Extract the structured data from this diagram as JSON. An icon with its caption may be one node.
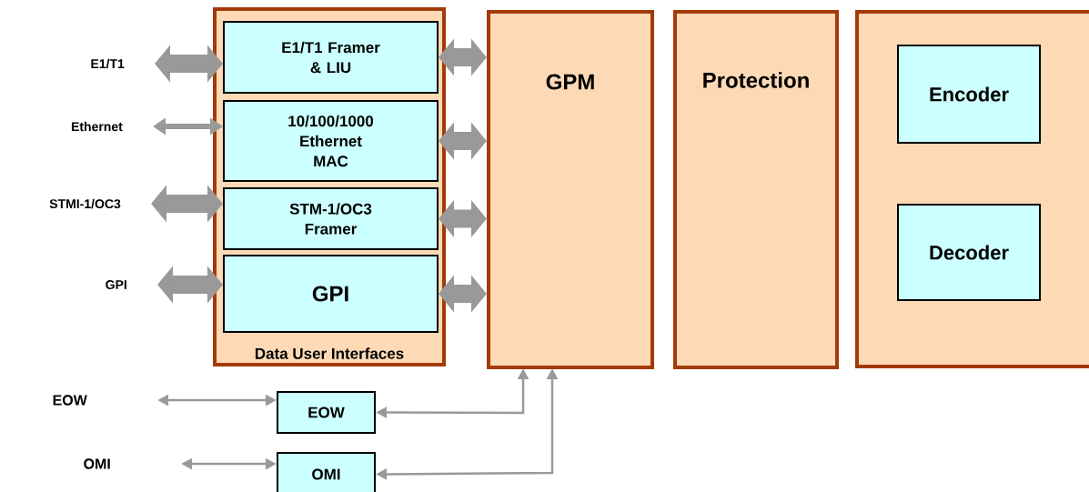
{
  "diagram": {
    "nodes": [
      {
        "text": [
          "E1/T1"
        ]
      },
      {
        "text": [
          "Ethernet"
        ]
      },
      {
        "text": [
          "STMI-1/OC3"
        ]
      },
      {
        "text": [
          "GPI"
        ]
      },
      {
        "text": [
          "Data User Interfaces"
        ]
      },
      {
        "text": [
          "E1/T1 Framer & LIU"
        ],
        "in": 4
      },
      {
        "text": [
          "10/100/1000 Ethernet MAC"
        ],
        "in": 4
      },
      {
        "text": [
          "STM-1/OC3 Framer"
        ],
        "in": 4
      },
      {
        "text": [
          "GPI"
        ],
        "in": 4
      },
      {
        "text": [
          "GPM"
        ]
      },
      {
        "text": [
          "Protection"
        ]
      },
      {
        "text": [],
        "shape": "box"
      },
      {
        "text": [
          "Encoder"
        ],
        "in": 11
      },
      {
        "text": [
          "Decoder"
        ],
        "in": 11
      },
      {
        "text": [
          "EOW"
        ]
      },
      {
        "text": [
          "OMI"
        ]
      },
      {
        "text": [
          "EOW"
        ]
      },
      {
        "text": [
          "OMI"
        ]
      }
    ],
    "edges": [
      {
        "from": 0,
        "to": 5,
        "arrow": "both"
      },
      {
        "from": 1,
        "to": 6,
        "arrow": "both"
      },
      {
        "from": 2,
        "to": 7,
        "arrow": "both"
      },
      {
        "from": 3,
        "to": 8,
        "arrow": "both"
      },
      {
        "from": 5,
        "to": 9,
        "arrow": "both"
      },
      {
        "from": 6,
        "to": 9,
        "arrow": "both"
      },
      {
        "from": 7,
        "to": 9,
        "arrow": "both"
      },
      {
        "from": 8,
        "to": 9,
        "arrow": "both"
      },
      {
        "from": 14,
        "to": 16,
        "arrow": "both"
      },
      {
        "from": 15,
        "to": 17,
        "arrow": "both"
      },
      {
        "from": 16,
        "to": 9,
        "arrow": "both"
      },
      {
        "from": 17,
        "to": 9,
        "arrow": "both"
      }
    ]
  }
}
